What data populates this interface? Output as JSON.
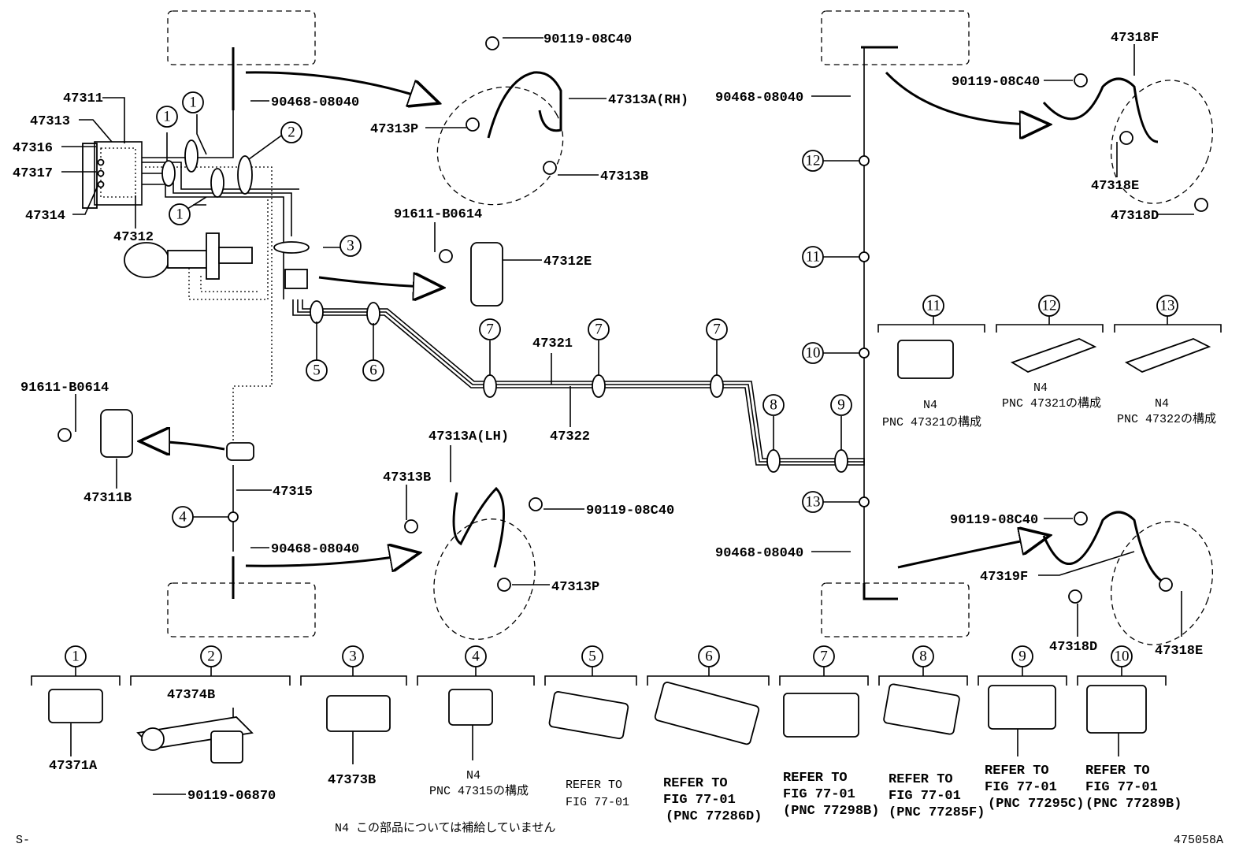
{
  "labels": {
    "l47311": "47311",
    "l47313": "47313",
    "l47316": "47316",
    "l47317": "47317",
    "l47314": "47314",
    "l47312": "47312",
    "l90119_top": "90119-08C40",
    "l47313A_rh": "47313A(RH)",
    "l90468_top": "90468-08040",
    "l47313P_top": "47313P",
    "l47313B_top": "47313B",
    "l91611_mid": "91611-B0614",
    "l47312E": "47312E",
    "l47321": "47321",
    "l47322": "47322",
    "l91611_left": "91611-B0614",
    "l47311B": "47311B",
    "l47315": "47315",
    "l90468_bot": "90468-08040",
    "l47313A_lh": "47313A(LH)",
    "l47313B_bot": "47313B",
    "l90119_bot": "90119-08C40",
    "l47313P_bot": "47313P",
    "l90468_rtop": "90468-08040",
    "l47318F": "47318F",
    "l90119_rtop": "90119-08C40",
    "l47318E_top": "47318E",
    "l47318D_top": "47318D",
    "l90468_rbot": "90468-08040",
    "l90119_rbot": "90119-08C40",
    "l47319F": "47319F",
    "l47318D_bot": "47318D",
    "l47318E_bot": "47318E"
  },
  "circles": {
    "c1": "1",
    "c2": "2",
    "c3": "3",
    "c4": "4",
    "c5": "5",
    "c6": "6",
    "c7": "7",
    "c8": "8",
    "c9": "9",
    "c10": "10",
    "c11": "11",
    "c12": "12",
    "c13": "13"
  },
  "legend_right": [
    {
      "num": "11",
      "n4": "N4",
      "desc": "PNC 47321の構成"
    },
    {
      "num": "12",
      "n4": "N4",
      "desc": "PNC 47321の構成"
    },
    {
      "num": "13",
      "n4": "N4",
      "desc": "PNC 47322の構成"
    }
  ],
  "legend_bottom": [
    {
      "num": "1",
      "lines": [
        "47371A"
      ]
    },
    {
      "num": "2",
      "top": "47374B",
      "lines": [
        "90119-06870"
      ]
    },
    {
      "num": "3",
      "lines": [
        "47373B"
      ]
    },
    {
      "num": "4",
      "lines": [
        "N4",
        "PNC 47315の構成"
      ]
    },
    {
      "num": "5",
      "lines": [
        "REFER TO",
        "FIG 77-01"
      ]
    },
    {
      "num": "6",
      "lines": [
        "REFER TO",
        "FIG 77-01",
        "(PNC 77286D)"
      ]
    },
    {
      "num": "7",
      "lines": [
        "REFER TO",
        "FIG 77-01",
        "(PNC 77298B)"
      ]
    },
    {
      "num": "8",
      "lines": [
        "REFER TO",
        "FIG 77-01",
        "(PNC 77285F)"
      ]
    },
    {
      "num": "9",
      "lines": [
        "REFER TO",
        "FIG 77-01",
        "(PNC 77295C)"
      ]
    },
    {
      "num": "10",
      "lines": [
        "REFER TO",
        "FIG 77-01",
        "(PNC 77289B)"
      ]
    }
  ],
  "footer": {
    "note": "N4 この部品については補給していません",
    "left": "S-",
    "code": "475058A"
  }
}
